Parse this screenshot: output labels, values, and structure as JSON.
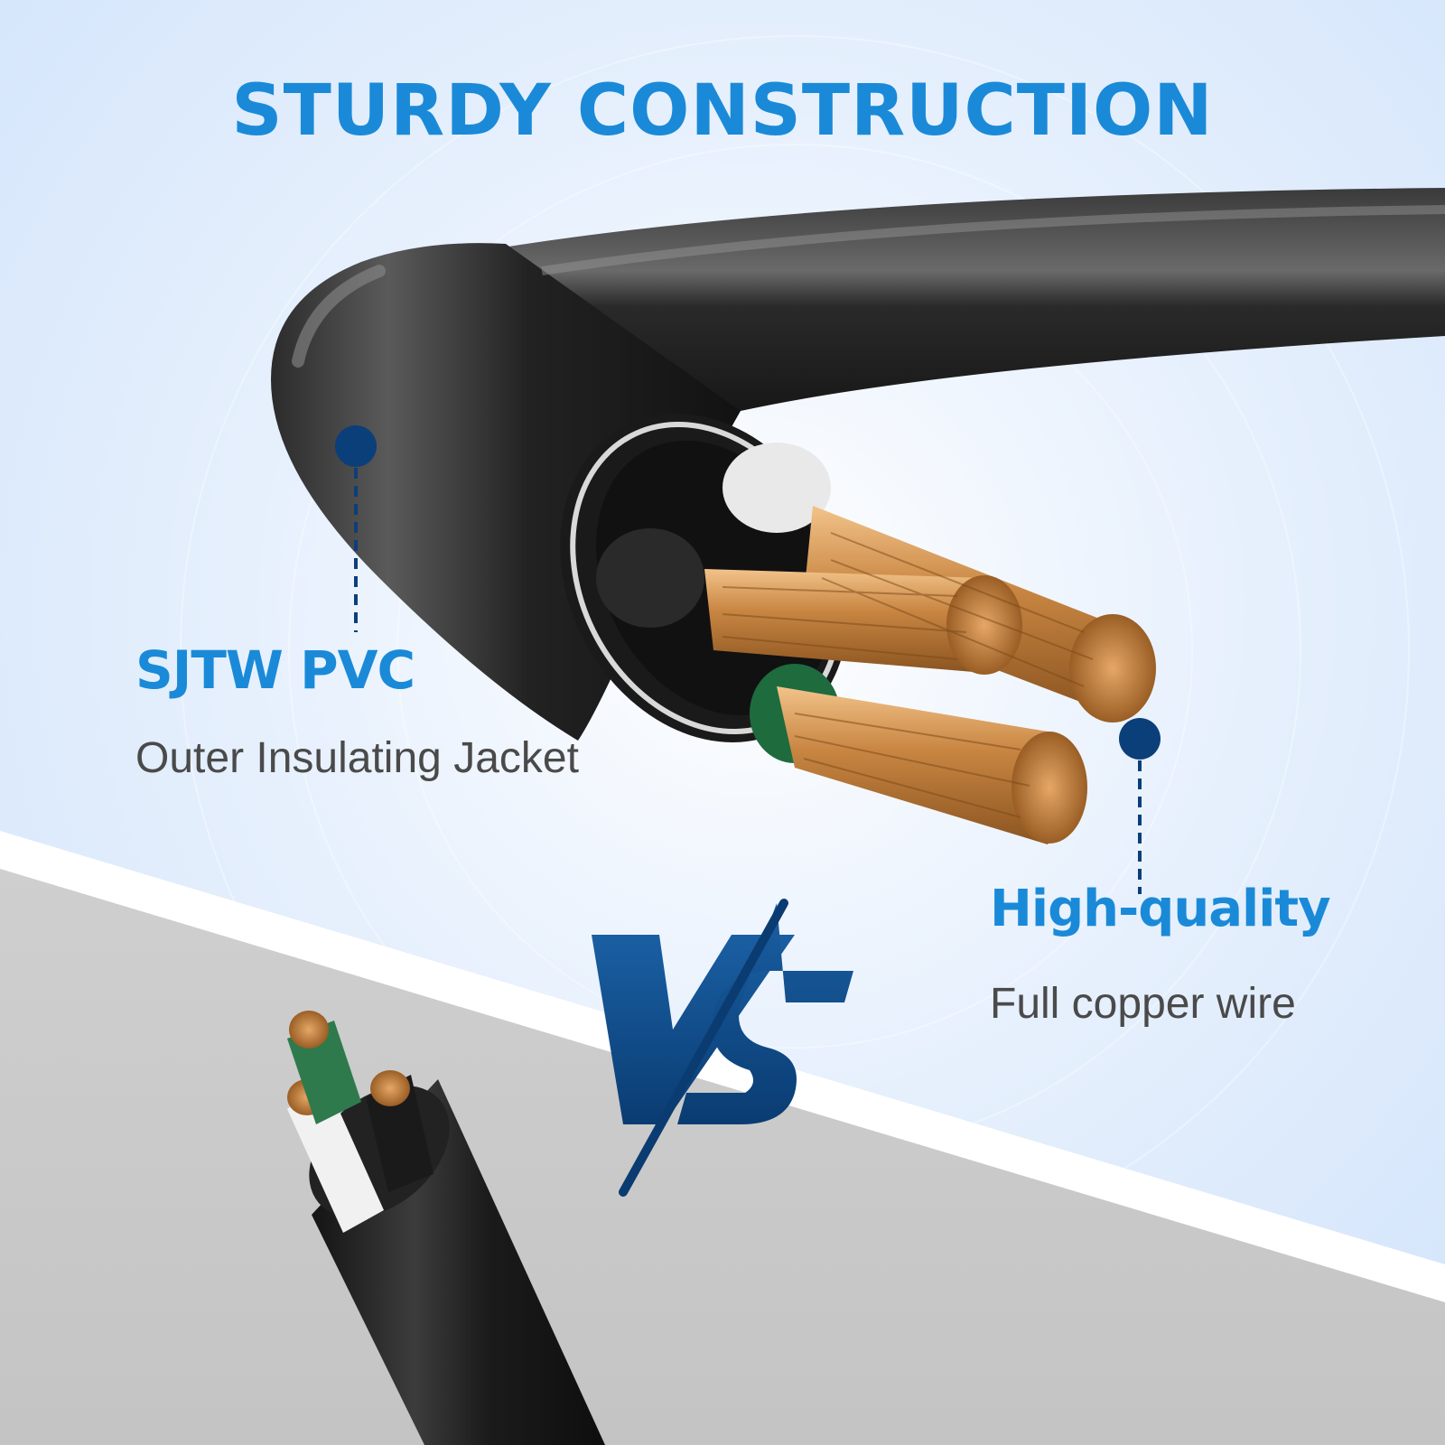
{
  "header": {
    "title": "STURDY CONSTRUCTION"
  },
  "callouts": [
    {
      "heading": "SJTW PVC",
      "description": "Outer Insulating Jacket"
    },
    {
      "heading": "High-quality",
      "description": "Full copper wire"
    }
  ],
  "comparison": {
    "badge": "VS"
  },
  "colors": {
    "heading_blue": "#1a8ad8",
    "marker_navy": "#0b3f7a",
    "vs_navy": "#0d4a86",
    "description_gray": "#4a4a4a",
    "background_light": "#e6f0fc",
    "background_gray": "#c9c9c9",
    "cable_black": "#1c1c1c",
    "copper": "#c9863f"
  },
  "icons": [
    "callout-marker-icon",
    "vs-icon"
  ]
}
